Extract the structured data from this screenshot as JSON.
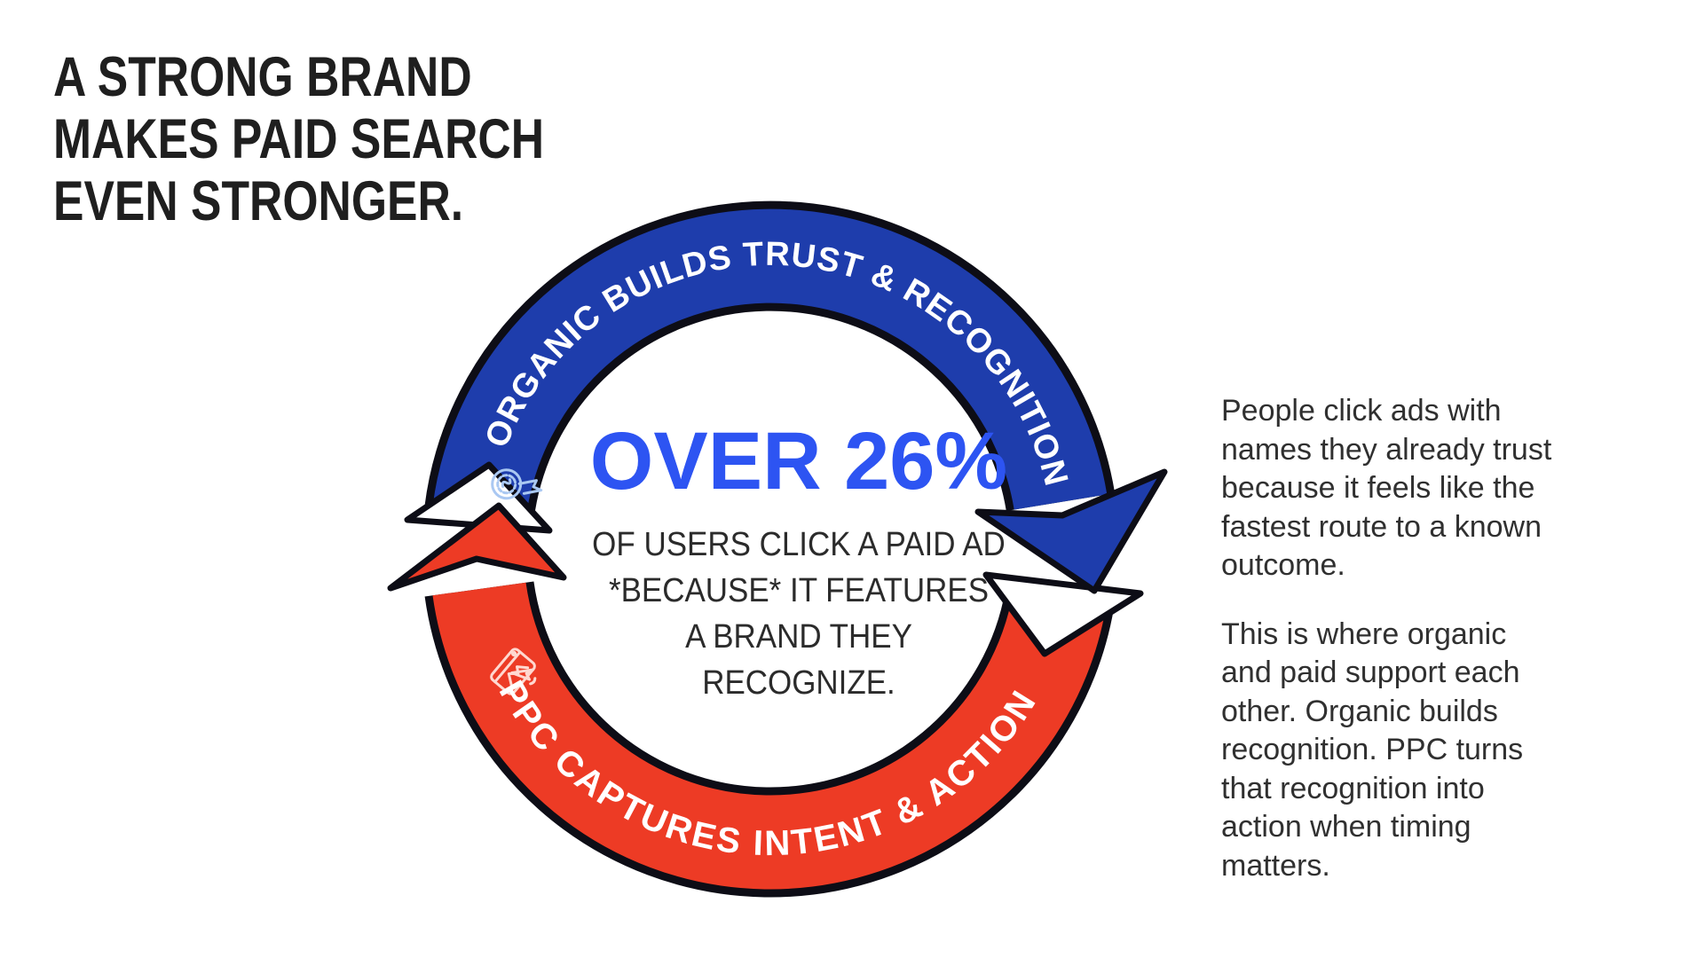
{
  "headline": {
    "text": "A STRONG BRAND\nMAKES PAID SEARCH\nEVEN STRONGER."
  },
  "diagram": {
    "top_arc_label": "ORGANIC BUILDS TRUST & RECOGNITION",
    "bottom_arc_label": "PPC CAPTURES INTENT & ACTION",
    "center_stat": "OVER 26%",
    "center_caption": "OF USERS CLICK A PAID AD\n*BECAUSE* IT FEATURES\nA BRAND THEY\nRECOGNIZE.",
    "icons": {
      "top_arc_icon": "award-badge-icon",
      "bottom_arc_icon": "ad-click-icon"
    },
    "colors": {
      "organic_blue": "#1e3dac",
      "ppc_red": "#ed3b25",
      "stat_blue": "#2d54f2",
      "outline_black": "#0d0d16",
      "badge_icon_line": "#aac8f2",
      "ad_icon_line": "#ffd8d0"
    }
  },
  "side_text": {
    "paragraph_1": "People click ads with\nnames they already trust\nbecause it feels like the\nfastest route to a known\noutcome.",
    "paragraph_2": "This is where organic\nand paid support each\nother. Organic builds\nrecognition. PPC turns\nthat recognition into\naction when timing\nmatters."
  }
}
